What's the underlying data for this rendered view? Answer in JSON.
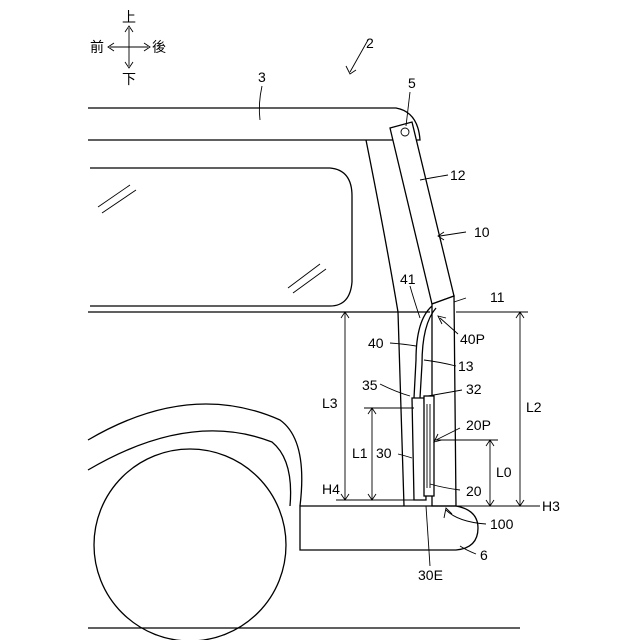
{
  "directions": {
    "up": "上",
    "down": "下",
    "front": "前",
    "rear": "後"
  },
  "labels": {
    "n2": "2",
    "n3": "3",
    "n5": "5",
    "n12": "12",
    "n10": "10",
    "n41": "41",
    "n11": "11",
    "n40": "40",
    "n40P": "40P",
    "n13": "13",
    "n35": "35",
    "n32": "32",
    "nL3": "L3",
    "nL2": "L2",
    "n20P": "20P",
    "nL1": "L1",
    "n30": "30",
    "nL0": "L0",
    "nH4": "H4",
    "n20": "20",
    "nH3": "H3",
    "n100": "100",
    "n6": "6",
    "n30E": "30E"
  }
}
